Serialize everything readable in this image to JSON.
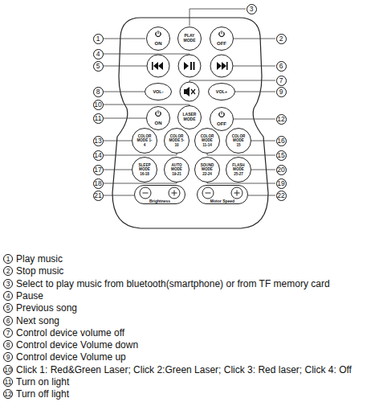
{
  "diagram": {
    "nodes": [
      {
        "text": [
          "ON"
        ]
      },
      {
        "text": [
          "PLAY MODE"
        ]
      },
      {
        "text": [
          "OFF"
        ]
      },
      {
        "text": [
          "VOL-"
        ]
      },
      {
        "text": [
          "VOL+"
        ]
      },
      {
        "text": [
          "ON"
        ]
      },
      {
        "text": [
          "LASER MODE"
        ]
      },
      {
        "text": [
          "OFF"
        ]
      },
      {
        "text": [
          "COLOR MODE 1-4"
        ]
      },
      {
        "text": [
          "COLOR MODE 5-10"
        ]
      },
      {
        "text": [
          "COLOR MODE 11-14"
        ]
      },
      {
        "text": [
          "COLOR MODE 15"
        ]
      },
      {
        "text": [
          "SLEEP MODE 16-18"
        ]
      },
      {
        "text": [
          "AUTO MODE 19-21"
        ]
      },
      {
        "text": [
          "SOUND MODE 22-24"
        ]
      },
      {
        "text": [
          "FLASH MODE 25-27"
        ]
      },
      {
        "text": [
          "Brightness"
        ]
      },
      {
        "text": [
          "Motor Speed"
        ]
      }
    ],
    "labels": [
      "1",
      "2",
      "3",
      "4",
      "5",
      "6",
      "7",
      "8",
      "9",
      "10",
      "11",
      "12",
      "13",
      "14",
      "15",
      "16",
      "17",
      "18",
      "19",
      "20",
      "21",
      "22",
      "1",
      "Play music",
      "2",
      "Stop music",
      "3",
      "Select to play music from bluetooth(smartphone) or from TF memory card",
      "4",
      "Pause",
      "5",
      "Previous song",
      "6",
      "Next song",
      "7",
      "Control device volume off",
      "8",
      "Control device Volume down",
      "9",
      "Control device Volume up",
      "10",
      "Click 1: Red&Green Laser; Click 2:Green Laser; Click 3: Red laser; Click 4: Off",
      "11",
      "Turn on light",
      "12",
      "Turn off light"
    ]
  }
}
